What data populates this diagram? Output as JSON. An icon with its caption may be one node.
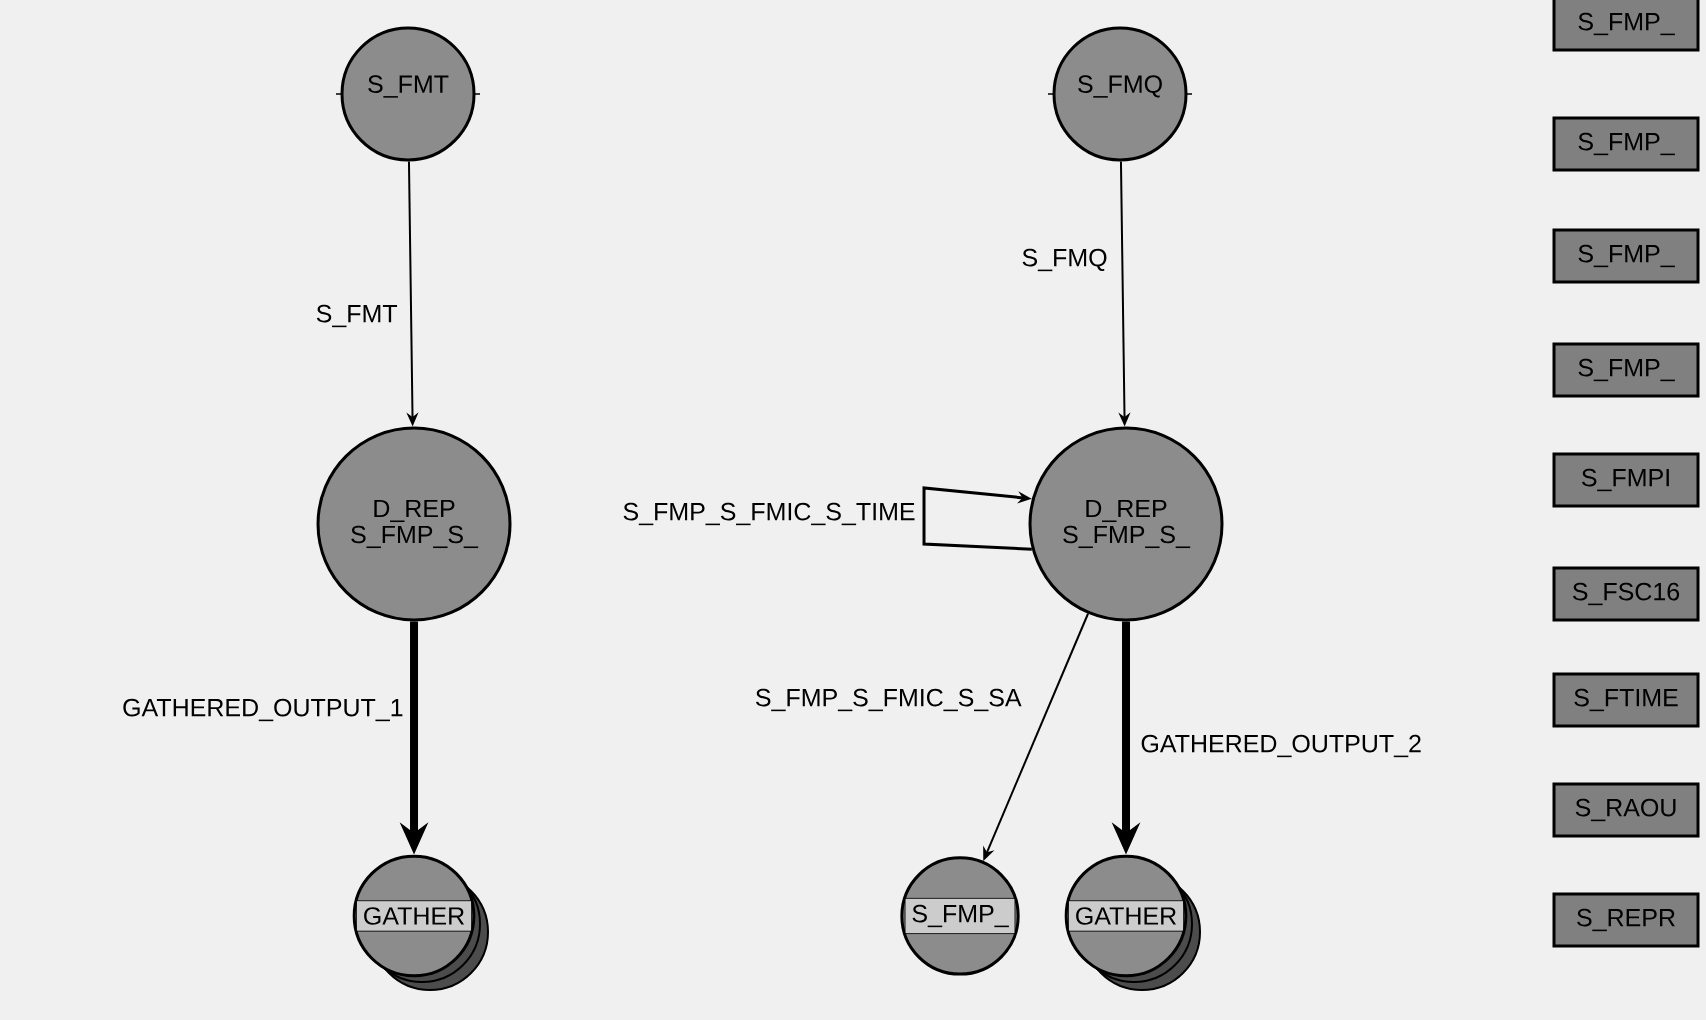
{
  "diagram": {
    "nodes": [
      {
        "text": [
          "S_FMT"
        ]
      },
      {
        "text": [
          "S_FMQ"
        ]
      },
      {
        "text": [
          "D_REP",
          "S_FMP_S_"
        ]
      },
      {
        "text": [
          "D_REP",
          "S_FMP_S_"
        ]
      },
      {
        "text": [
          "GATHER"
        ]
      },
      {
        "text": [
          "S_FMP_"
        ]
      },
      {
        "text": [
          "GATHER"
        ]
      },
      {
        "text": [
          "S_FMP_"
        ]
      },
      {
        "text": [
          "S_FMP_"
        ]
      },
      {
        "text": [
          "S_FMP_"
        ]
      },
      {
        "text": [
          "S_FMP_"
        ]
      },
      {
        "text": [
          "S_FMPI"
        ]
      },
      {
        "text": [
          "S_FSC16"
        ]
      },
      {
        "text": [
          "S_FTIME"
        ]
      },
      {
        "text": [
          "S_RAOU"
        ]
      },
      {
        "text": [
          "S_REPR"
        ]
      }
    ],
    "edges": [
      {
        "from": 0,
        "to": 2,
        "arrow": "to",
        "label": "S_FMT"
      },
      {
        "from": 1,
        "to": 3,
        "arrow": "to",
        "label": "S_FMQ"
      },
      {
        "from": 3,
        "to": 3,
        "arrow": "to",
        "label": "S_FMP_S_FMIC_S_TIME"
      },
      {
        "from": 2,
        "to": 4,
        "arrow": "to",
        "label": "GATHERED_OUTPUT_1",
        "style": "thick"
      },
      {
        "from": 3,
        "to": 5,
        "arrow": "to",
        "label": "S_FMP_S_FMIC_S_SA"
      },
      {
        "from": 3,
        "to": 6,
        "arrow": "to",
        "label": "GATHERED_OUTPUT_2",
        "style": "thick"
      }
    ]
  }
}
